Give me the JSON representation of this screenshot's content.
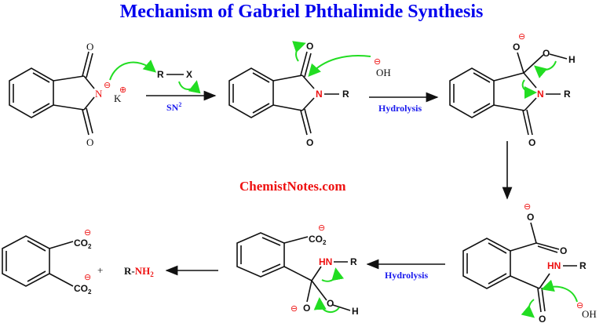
{
  "title": "Mechanism of Gabriel Phthalimide Synthesis",
  "watermark": "ChemistNotes.com",
  "colors": {
    "title": "#0000ee",
    "watermark": "#ee1111",
    "reaction_label": "#1a1aee",
    "electron_arrow": "#22dd22",
    "highlight_atom": "#ee1111"
  },
  "steps": [
    {
      "id": "potassium-phthalimide",
      "atoms": {
        "o_top": "O",
        "o_bottom": "O",
        "n": "N",
        "n_charge": "⊖",
        "counterion": "K",
        "counterion_charge": "⊕"
      }
    },
    {
      "id": "alkyl-halide",
      "atoms": {
        "r": "R",
        "x": "X"
      }
    },
    {
      "id": "sn2-arrow",
      "label": "SN",
      "label_sup": "2"
    },
    {
      "id": "n-alkylphthalimide",
      "atoms": {
        "o_top": "O",
        "o_bottom": "O",
        "n": "N",
        "r": "R"
      },
      "nucleophile": {
        "charge": "⊖",
        "label": "OH"
      }
    },
    {
      "id": "hydrolysis-arrow-1",
      "label": "Hydrolysis"
    },
    {
      "id": "tetrahedral-intermediate-1",
      "atoms": {
        "o_minus": "O",
        "o_minus_charge": "⊖",
        "oh_o": "O",
        "oh_h": "H",
        "n": "N",
        "r": "R",
        "o_bottom": "O"
      }
    },
    {
      "id": "ring-opened-amide",
      "atoms": {
        "carboxylate_o": "O",
        "carboxylate_charge": "⊖",
        "carbonyl_o": "O",
        "hn": "HN",
        "r": "R",
        "amide_o": "O"
      },
      "nucleophile": {
        "charge": "⊖",
        "label": "OH"
      }
    },
    {
      "id": "hydrolysis-arrow-2",
      "label": "Hydrolysis"
    },
    {
      "id": "tetrahedral-intermediate-2",
      "atoms": {
        "co2": "CO",
        "co2_sub": "2",
        "co2_charge": "⊖",
        "hn": "HN",
        "r": "R",
        "o_minus": "O",
        "o_minus_charge": "⊖",
        "oh_o": "O",
        "oh_h": "H"
      }
    },
    {
      "id": "products",
      "phthalate": {
        "co2_top": "CO",
        "co2_top_sub": "2",
        "co2_top_charge": "⊖",
        "co2_bottom": "CO",
        "co2_bottom_sub": "2",
        "co2_bottom_charge": "⊖"
      },
      "plus": "+",
      "amine": {
        "r": "R-",
        "nh": "NH",
        "nh_sub": "2"
      }
    }
  ]
}
